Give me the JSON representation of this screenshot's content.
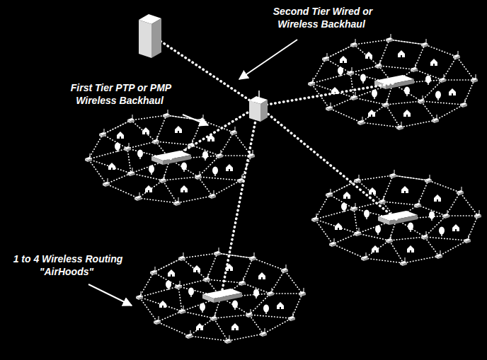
{
  "diagram": {
    "labels": [
      "Second Tier Wired or Wireless Backhaul",
      "First Tier PTP or PMP Wireless Backhaul",
      "1 to 4 Wireless Routing \"AirHoods\""
    ]
  }
}
